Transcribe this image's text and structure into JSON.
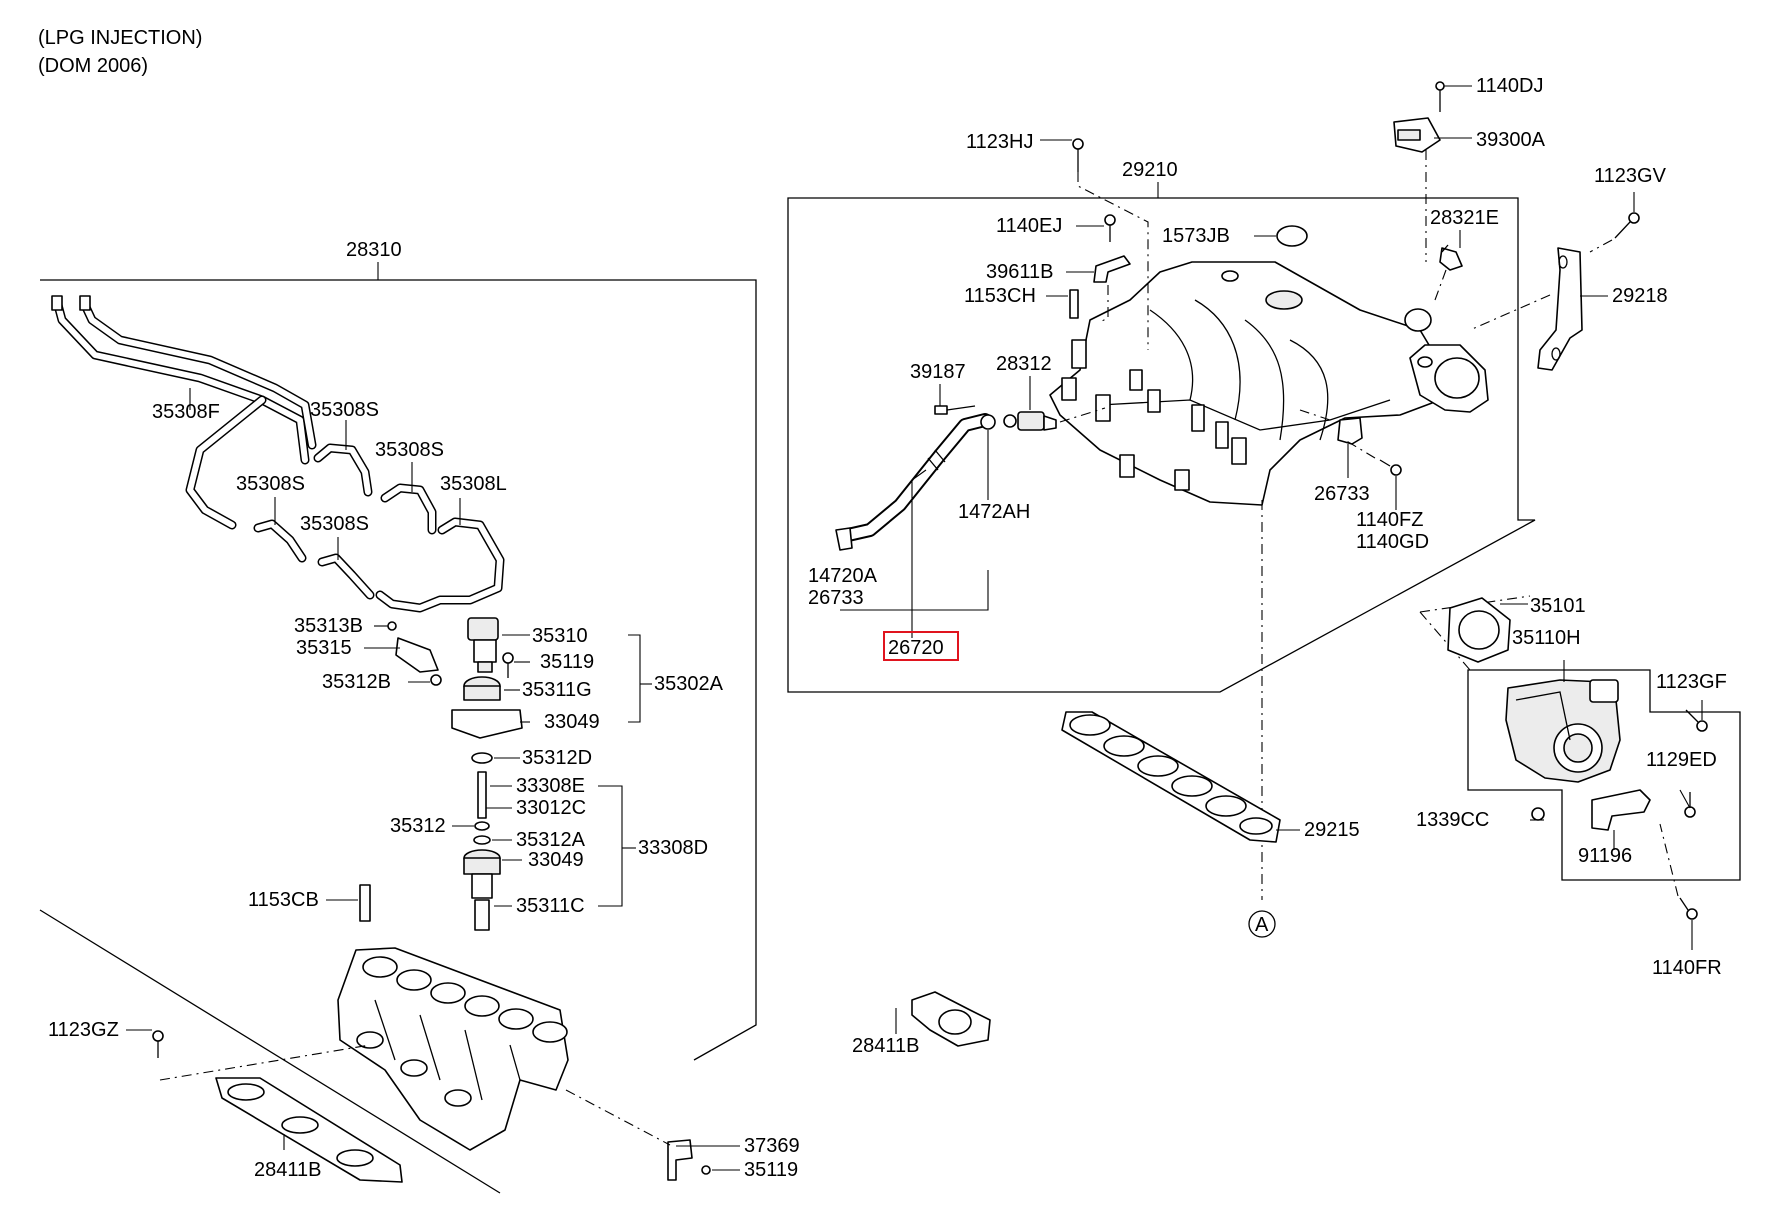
{
  "header": {
    "line1": "(LPG INJECTION)",
    "line2": "(DOM 2006)"
  },
  "highlight_color": "#e0141e",
  "labels": {
    "l28310": "28310",
    "l35308F": "35308F",
    "l35308S_a": "35308S",
    "l35308S_b": "35308S",
    "l35308S_c": "35308S",
    "l35308S_d": "35308S",
    "l35308L": "35308L",
    "l35313B": "35313B",
    "l35315": "35315",
    "l35312B": "35312B",
    "l35310": "35310",
    "l35119_a": "35119",
    "l35311G": "35311G",
    "l35302A": "35302A",
    "l33049_a": "33049",
    "l35312D": "35312D",
    "l33308E": "33308E",
    "l33012C": "33012C",
    "l35312": "35312",
    "l35312A": "35312A",
    "l33308D": "33308D",
    "l33049_b": "33049",
    "l1153CB": "1153CB",
    "l35311C": "35311C",
    "l1123GZ": "1123GZ",
    "l28411B_a": "28411B",
    "l37369": "37369",
    "l35119_b": "35119",
    "l1123HJ": "1123HJ",
    "l29210": "29210",
    "l1140DJ": "1140DJ",
    "l39300A": "39300A",
    "l1123GV": "1123GV",
    "l1140EJ": "1140EJ",
    "l1573JB": "1573JB",
    "l28321E": "28321E",
    "l39611B": "39611B",
    "l1153CH": "1153CH",
    "l29218": "29218",
    "l39187": "39187",
    "l28312": "28312",
    "l1472AH": "1472AH",
    "l26733_a": "26733",
    "l1140FZ": "1140FZ",
    "l1140GD": "1140GD",
    "l14720A": "14720A",
    "l26733_b": "26733",
    "l26720": "26720",
    "l35101": "35101",
    "l35110H": "35110H",
    "l1123GF": "1123GF",
    "l1129ED": "1129ED",
    "l29215": "29215",
    "l1339CC": "1339CC",
    "l91196": "91196",
    "lA": "A",
    "l1140FR": "1140FR",
    "l28411B_b": "28411B"
  }
}
